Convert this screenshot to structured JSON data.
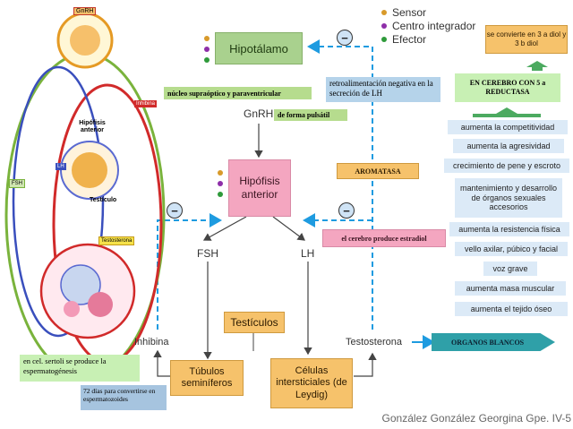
{
  "legend": {
    "items": [
      {
        "label": "Sensor",
        "color": "#d89a2a"
      },
      {
        "label": "Centro integrador",
        "color": "#8e2ea8"
      },
      {
        "label": "Efector",
        "color": "#2e9a3a"
      }
    ]
  },
  "illustration": {
    "gnrh": "GnRH",
    "hipofisis": "Hipófisis anterior",
    "inhibina": "Inhibina",
    "lh": "LH",
    "fsh": "FSH",
    "testiculo": "Testículo",
    "testosterona": "Testosterona"
  },
  "nodes": {
    "hipotalamo": "Hipotálamo",
    "nucleo": "núcleo supraóptico y paraventricular",
    "gnrh": "GnRH",
    "forma_pulsatil": "de  forma pulsátil",
    "hipofisis": "Hipófisis anterior",
    "fsh": "FSH",
    "lh": "LH",
    "testiculos": "Testículos",
    "inhibina": "Inhibina",
    "testosterona": "Testosterona",
    "tubulos": "Túbulos seminíferos",
    "leydig": "Células intersticiales (de Leydig)"
  },
  "notes": {
    "retro": "retroalimentación negativa en la secreción de LH",
    "aromatasa": "AROMATASA",
    "estradiol": "el cerebro produce estradiol",
    "sertoli": "en  cel. sertoli se produce la espermatogénesis",
    "dias": "72 días para convertirse en espermatozoides",
    "organos": "ORGANOS BLANCOS",
    "diol": "se convierte en 3 a diol y 3 b diol",
    "reductasa": "EN CEREBRO CON 5 a REDUCTASA"
  },
  "minus_sign": "−",
  "effects": [
    "aumenta la competitividad",
    "aumenta la agresividad",
    "crecimiento de pene y escroto",
    "mantenimiento y desarrollo de órganos sexuales accesorios",
    "aumenta la resistencia física",
    "vello axilar, púbico y facial",
    "voz grave",
    "aumenta masa muscular",
    "aumenta el tejido óseo"
  ],
  "author": "González González Georgina Gpe.  IV-5",
  "colors": {
    "green_box": "#a9d18e",
    "pink_box": "#f4a6c0",
    "orange_box": "#f6c26b",
    "effect_box": "#dceaf7",
    "dashed_line": "#1e9be0",
    "arrow_green": "#4caa60"
  }
}
